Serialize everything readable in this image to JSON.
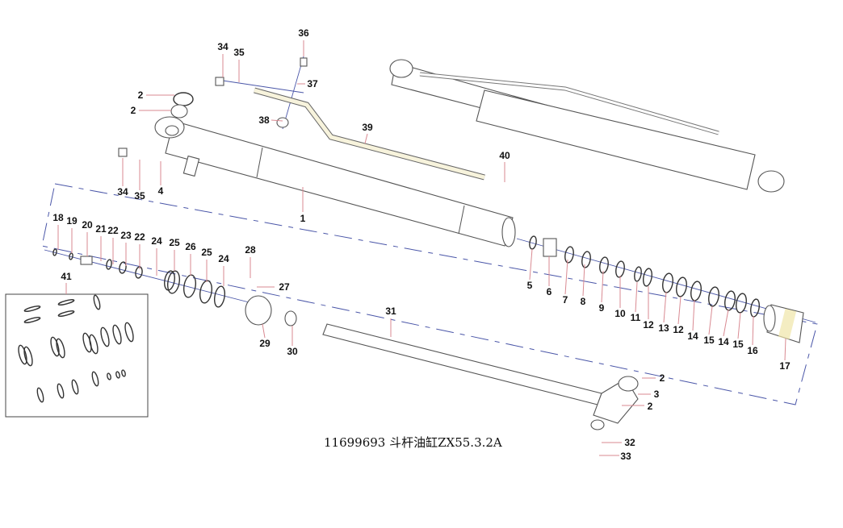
{
  "caption": "11699693 斗杆油缸ZX55.3.2A",
  "colors": {
    "leader": "#d98a92",
    "axis": "#4a56a8",
    "outline": "#555555"
  },
  "callouts": [
    "36",
    "34",
    "35",
    "37",
    "2",
    "2",
    "38",
    "39",
    "40",
    "34",
    "35",
    "4",
    "1",
    "18",
    "19",
    "20",
    "21",
    "22",
    "23",
    "22",
    "24",
    "25",
    "26",
    "25",
    "24",
    "28",
    "27",
    "29",
    "30",
    "31",
    "41",
    "5",
    "6",
    "7",
    "8",
    "9",
    "10",
    "11",
    "12",
    "13",
    "12",
    "14",
    "15",
    "14",
    "15",
    "16",
    "17",
    "2",
    "3",
    "2",
    "32",
    "33"
  ]
}
